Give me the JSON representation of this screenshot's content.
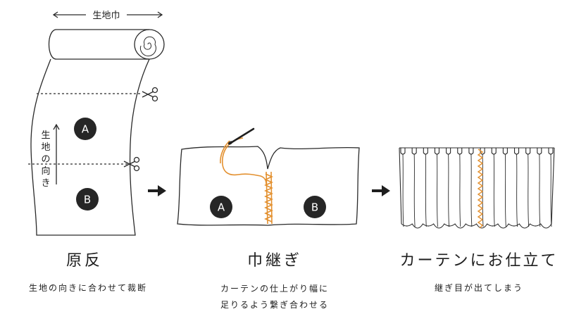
{
  "labels": {
    "fabric_width": "生地巾",
    "grain_direction": [
      "生",
      "地",
      "の",
      "向",
      "き"
    ],
    "piece_a": "A",
    "piece_b": "B"
  },
  "steps": [
    {
      "title": "原反",
      "desc": [
        "生地の向きに合わせて裁断"
      ]
    },
    {
      "title": "巾継ぎ",
      "desc": [
        "カーテンの仕上がり幅に",
        "足りるよう繋ぎ合わせる"
      ]
    },
    {
      "title": "カーテンにお仕立て",
      "desc": [
        "継ぎ目が出てしまう"
      ]
    }
  ],
  "colors": {
    "stitch": "#e3902f",
    "line": "#2a2a2a",
    "badge": "#262626"
  }
}
